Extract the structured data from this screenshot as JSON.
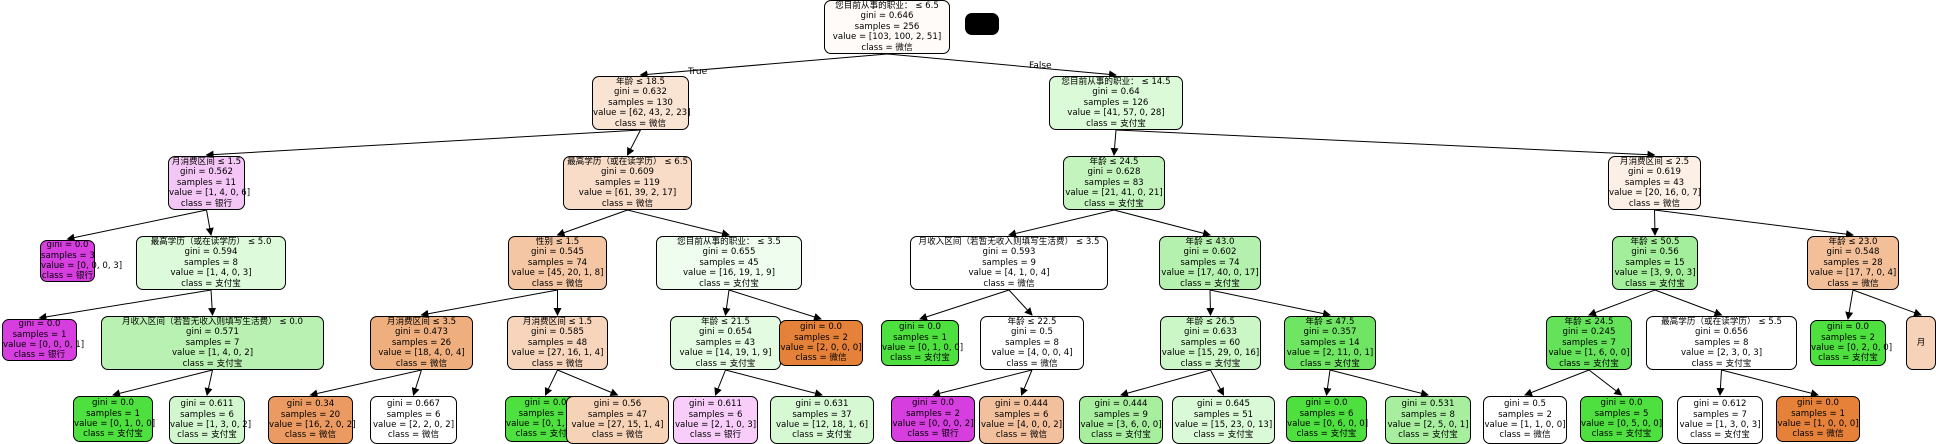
{
  "edge_labels": {
    "true_label": "True",
    "false_label": "False"
  },
  "nodes": [
    {
      "id": "n0",
      "lines": [
        "您目前从事的职业：  ≤ 6.5",
        "gini = 0.646",
        "samples = 256",
        "value = [103, 100, 2, 51]",
        "class = 微信"
      ],
      "color": "#fefbf8"
    },
    {
      "id": "n1",
      "lines": [
        "年龄 ≤ 18.5",
        "gini = 0.632",
        "samples = 130",
        "value = [62, 43, 2, 23]",
        "class = 微信"
      ],
      "color": "#f9e3d3"
    },
    {
      "id": "n2",
      "lines": [
        "您目前从事的职业：  ≤ 14.5",
        "gini = 0.64",
        "samples = 126",
        "value = [41, 57, 0, 28]",
        "class = 支付宝"
      ],
      "color": "#dbfad7"
    },
    {
      "id": "n3",
      "lines": [
        "月消费区间 ≤ 1.5",
        "gini = 0.562",
        "samples = 11",
        "value = [1, 4, 0, 6]",
        "class = 银行"
      ],
      "color": "#f4c6f6"
    },
    {
      "id": "n4",
      "lines": [
        "最高学历（或在读学历） ≤ 6.5",
        "gini = 0.609",
        "samples = 119",
        "value = [61, 39, 2, 17]",
        "class = 微信"
      ],
      "color": "#f8dcc7"
    },
    {
      "id": "n5",
      "lines": [
        "年龄 ≤ 24.5",
        "gini = 0.628",
        "samples = 83",
        "value = [21, 41, 0, 21]",
        "class = 支付宝"
      ],
      "color": "#c4f4be"
    },
    {
      "id": "n6",
      "lines": [
        "月消费区间 ≤ 2.5",
        "gini = 0.619",
        "samples = 43",
        "value = [20, 16, 0, 7]",
        "class = 微信"
      ],
      "color": "#fcefe6"
    },
    {
      "id": "n7",
      "lines": [
        "gini = 0.0",
        "samples = 3",
        "value = [0, 0, 0, 3]",
        "class = 银行"
      ],
      "color": "#d63ee0"
    },
    {
      "id": "n8",
      "lines": [
        "最高学历（或在读学历） ≤ 5.0",
        "gini = 0.594",
        "samples = 8",
        "value = [1, 4, 0, 3]",
        "class = 支付宝"
      ],
      "color": "#ddfada"
    },
    {
      "id": "n9",
      "lines": [
        "性别 ≤ 1.5",
        "gini = 0.545",
        "samples = 74",
        "value = [45, 20, 1, 8]",
        "class = 微信"
      ],
      "color": "#f4c6a3"
    },
    {
      "id": "n10",
      "lines": [
        "您目前从事的职业：  ≤ 3.5",
        "gini = 0.655",
        "samples = 45",
        "value = [16, 19, 1, 9]",
        "class = 支付宝"
      ],
      "color": "#effdef"
    },
    {
      "id": "n11",
      "lines": [
        "月收入区间（若暂无收入则填写生活费） ≤ 3.5",
        "gini = 0.593",
        "samples = 9",
        "value = [4, 1, 0, 4]",
        "class = 微信"
      ],
      "color": "#ffffff"
    },
    {
      "id": "n12",
      "lines": [
        "年龄 ≤ 43.0",
        "gini = 0.602",
        "samples = 74",
        "value = [17, 40, 0, 17]",
        "class = 支付宝"
      ],
      "color": "#b5f1ae"
    },
    {
      "id": "n13",
      "lines": [
        "年龄 ≤ 50.5",
        "gini = 0.56",
        "samples = 15",
        "value = [3, 9, 0, 3]",
        "class = 支付宝"
      ],
      "color": "#a3ee9a"
    },
    {
      "id": "n14",
      "lines": [
        "年龄 ≤ 23.0",
        "gini = 0.548",
        "samples = 28",
        "value = [17, 7, 0, 4]",
        "class = 微信"
      ],
      "color": "#f2bf99"
    },
    {
      "id": "n15",
      "lines": [
        "gini = 0.0",
        "samples = 1",
        "value = [0, 0, 0, 1]",
        "class = 银行"
      ],
      "color": "#d63ee0"
    },
    {
      "id": "n16",
      "lines": [
        "月收入区间（若暂无收入则填写生活费） ≤ 0.0",
        "gini = 0.571",
        "samples = 7",
        "value = [1, 4, 0, 2]",
        "class = 支付宝"
      ],
      "color": "#b8f1b1"
    },
    {
      "id": "n17",
      "lines": [
        "月消费区间 ≤ 3.5",
        "gini = 0.473",
        "samples = 26",
        "value = [18, 4, 0, 4]",
        "class = 微信"
      ],
      "color": "#eeae7d"
    },
    {
      "id": "n18",
      "lines": [
        "月消费区间 ≤ 1.5",
        "gini = 0.585",
        "samples = 48",
        "value = [27, 16, 1, 4]",
        "class = 微信"
      ],
      "color": "#f7d5bc"
    },
    {
      "id": "n19",
      "lines": [
        "年龄 ≤ 21.5",
        "gini = 0.654",
        "samples = 43",
        "value = [14, 19, 1, 9]",
        "class = 支付宝"
      ],
      "color": "#e3fbe0"
    },
    {
      "id": "n20",
      "lines": [
        "gini = 0.0",
        "samples = 2",
        "value = [2, 0, 0, 0]",
        "class = 微信"
      ],
      "color": "#e58139"
    },
    {
      "id": "n21",
      "lines": [
        "gini = 0.0",
        "samples = 1",
        "value = [0, 1, 0, 0]",
        "class = 支付宝"
      ],
      "color": "#4ee03e"
    },
    {
      "id": "n22",
      "lines": [
        "年龄 ≤ 22.5",
        "gini = 0.5",
        "samples = 8",
        "value = [4, 0, 0, 4]",
        "class = 微信"
      ],
      "color": "#ffffff"
    },
    {
      "id": "n23",
      "lines": [
        "年龄 ≤ 26.5",
        "gini = 0.633",
        "samples = 60",
        "value = [15, 29, 0, 16]",
        "class = 支付宝"
      ],
      "color": "#cbf6c6"
    },
    {
      "id": "n24",
      "lines": [
        "年龄 ≤ 47.5",
        "gini = 0.357",
        "samples = 14",
        "value = [2, 11, 0, 1]",
        "class = 支付宝"
      ],
      "color": "#6fe563"
    },
    {
      "id": "n25",
      "lines": [
        "年龄 ≤ 24.5",
        "gini = 0.245",
        "samples = 7",
        "value = [1, 6, 0, 0]",
        "class = 支付宝"
      ],
      "color": "#64e35a"
    },
    {
      "id": "n26",
      "lines": [
        "最高学历（或在读学历） ≤ 5.5",
        "gini = 0.656",
        "samples = 8",
        "value = [2, 3, 0, 3]",
        "class = 支付宝"
      ],
      "color": "#ffffff"
    },
    {
      "id": "n27",
      "lines": [
        "gini = 0.0",
        "samples = 2",
        "value = [0, 2, 0, 0]",
        "class = 支付宝"
      ],
      "color": "#4ee03e"
    },
    {
      "id": "n28",
      "lines": [
        "月"
      ],
      "color": "#f6d2b8"
    },
    {
      "id": "n29",
      "lines": [
        "gini = 0.0",
        "samples = 1",
        "value = [0, 1, 0, 0]",
        "class = 支付宝"
      ],
      "color": "#4ee03e"
    },
    {
      "id": "n30",
      "lines": [
        "gini = 0.611",
        "samples = 6",
        "value = [1, 3, 0, 2]",
        "class = 支付宝"
      ],
      "color": "#d2f7ce"
    },
    {
      "id": "n31",
      "lines": [
        "gini = 0.34",
        "samples = 20",
        "value = [16, 2, 0, 2]",
        "class = 微信"
      ],
      "color": "#eb9b61"
    },
    {
      "id": "n32",
      "lines": [
        "gini = 0.667",
        "samples = 6",
        "value = [2, 2, 0, 2]",
        "class = 微信"
      ],
      "color": "#ffffff"
    },
    {
      "id": "n33",
      "lines": [
        "gini = 0.0",
        "samples = 1",
        "value = [0, 1, 0, 0]",
        "class = 支付宝"
      ],
      "color": "#4ee03e"
    },
    {
      "id": "n34",
      "lines": [
        "gini = 0.56",
        "samples = 47",
        "value = [27, 15, 1, 4]",
        "class = 微信"
      ],
      "color": "#f6d2b7"
    },
    {
      "id": "n35",
      "lines": [
        "gini = 0.611",
        "samples = 6",
        "value = [2, 1, 0, 3]",
        "class = 银行"
      ],
      "color": "#f8cdfa"
    },
    {
      "id": "n36",
      "lines": [
        "gini = 0.631",
        "samples = 37",
        "value = [12, 18, 1, 6]",
        "class = 支付宝"
      ],
      "color": "#d6f8d2"
    },
    {
      "id": "n37",
      "lines": [
        "gini = 0.0",
        "samples = 2",
        "value = [0, 0, 0, 2]",
        "class = 银行"
      ],
      "color": "#d63ee0"
    },
    {
      "id": "n38",
      "lines": [
        "gini = 0.444",
        "samples = 6",
        "value = [4, 0, 0, 2]",
        "class = 微信"
      ],
      "color": "#f2c09c"
    },
    {
      "id": "n39",
      "lines": [
        "gini = 0.444",
        "samples = 9",
        "value = [3, 6, 0, 0]",
        "class = 支付宝"
      ],
      "color": "#a7ef9e"
    },
    {
      "id": "n40",
      "lines": [
        "gini = 0.645",
        "samples = 51",
        "value = [15, 23, 0, 13]",
        "class = 支付宝"
      ],
      "color": "#daf9d6"
    },
    {
      "id": "n41",
      "lines": [
        "gini = 0.0",
        "samples = 6",
        "value = [0, 6, 0, 0]",
        "class = 支付宝"
      ],
      "color": "#4ee03e"
    },
    {
      "id": "n42",
      "lines": [
        "gini = 0.531",
        "samples = 8",
        "value = [2, 5, 0, 1]",
        "class = 支付宝"
      ],
      "color": "#a7ef9e"
    },
    {
      "id": "n43",
      "lines": [
        "gini = 0.5",
        "samples = 2",
        "value = [1, 1, 0, 0]",
        "class = 微信"
      ],
      "color": "#ffffff"
    },
    {
      "id": "n44",
      "lines": [
        "gini = 0.0",
        "samples = 5",
        "value = [0, 5, 0, 0]",
        "class = 支付宝"
      ],
      "color": "#4ee03e"
    },
    {
      "id": "n45",
      "lines": [
        "gini = 0.612",
        "samples = 7",
        "value = [1, 3, 0, 3]",
        "class = 支付宝"
      ],
      "color": "#ffffff"
    },
    {
      "id": "n46",
      "lines": [
        "gini = 0.0",
        "samples = 1",
        "value = [1, 0, 0, 0]",
        "class = 微信"
      ],
      "color": "#e58139"
    }
  ],
  "edges": [
    [
      "n0",
      "n1"
    ],
    [
      "n0",
      "n2"
    ],
    [
      "n1",
      "n3"
    ],
    [
      "n1",
      "n4"
    ],
    [
      "n2",
      "n5"
    ],
    [
      "n2",
      "n6"
    ],
    [
      "n3",
      "n7"
    ],
    [
      "n3",
      "n8"
    ],
    [
      "n4",
      "n9"
    ],
    [
      "n4",
      "n10"
    ],
    [
      "n5",
      "n11"
    ],
    [
      "n5",
      "n12"
    ],
    [
      "n6",
      "n13"
    ],
    [
      "n6",
      "n14"
    ],
    [
      "n8",
      "n15"
    ],
    [
      "n8",
      "n16"
    ],
    [
      "n9",
      "n17"
    ],
    [
      "n9",
      "n18"
    ],
    [
      "n10",
      "n19"
    ],
    [
      "n10",
      "n20"
    ],
    [
      "n11",
      "n21"
    ],
    [
      "n11",
      "n22"
    ],
    [
      "n12",
      "n23"
    ],
    [
      "n12",
      "n24"
    ],
    [
      "n13",
      "n25"
    ],
    [
      "n13",
      "n26"
    ],
    [
      "n14",
      "n27"
    ],
    [
      "n14",
      "n28"
    ],
    [
      "n16",
      "n29"
    ],
    [
      "n16",
      "n30"
    ],
    [
      "n17",
      "n31"
    ],
    [
      "n17",
      "n32"
    ],
    [
      "n18",
      "n33"
    ],
    [
      "n18",
      "n34"
    ],
    [
      "n19",
      "n35"
    ],
    [
      "n19",
      "n36"
    ],
    [
      "n22",
      "n37"
    ],
    [
      "n22",
      "n38"
    ],
    [
      "n23",
      "n39"
    ],
    [
      "n23",
      "n40"
    ],
    [
      "n24",
      "n41"
    ],
    [
      "n24",
      "n42"
    ],
    [
      "n25",
      "n43"
    ],
    [
      "n25",
      "n44"
    ],
    [
      "n26",
      "n45"
    ],
    [
      "n26",
      "n46"
    ]
  ]
}
